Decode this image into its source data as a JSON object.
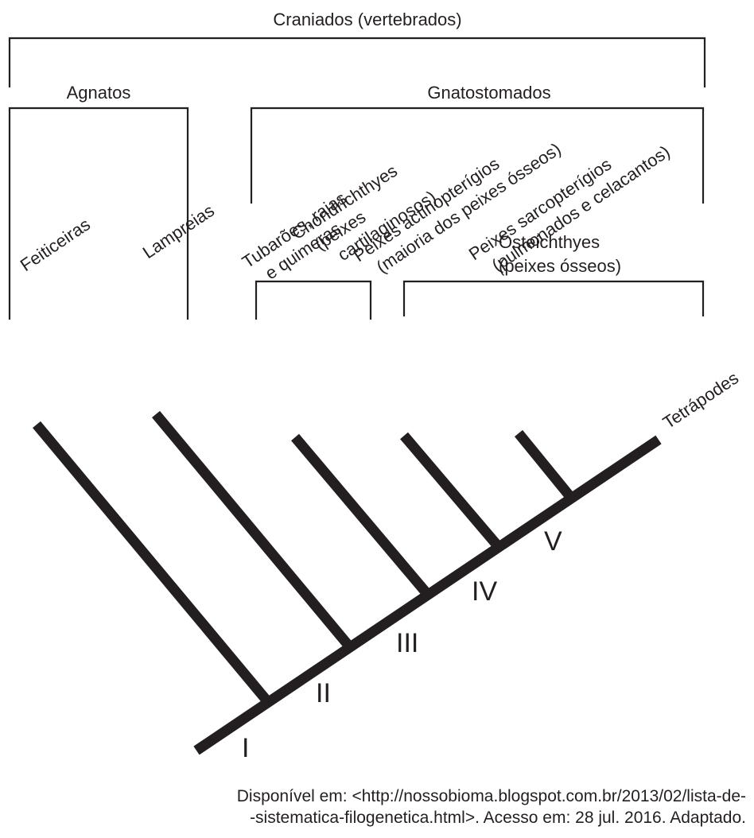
{
  "groups": {
    "craniados": "Craniados (vertebrados)",
    "agnatos": "Agnatos",
    "gnatostomados": "Gnatostomados",
    "chondrichthyes": [
      "Chondrichthyes",
      "(peixes",
      "cartilaginosos)"
    ],
    "osteichthyes": [
      "Osteichthyes",
      "(peixes ósseos)"
    ]
  },
  "taxa": {
    "feiticeiras": "Feiticeiras",
    "lampreias": "Lampreias",
    "tubaroes": [
      "Tubarões, raias",
      "e quimeras"
    ],
    "actinopterigios": [
      "Peixes actinopterígios",
      "(maioria dos peixes ósseos)"
    ],
    "sarcopterigios": [
      "Peixes sarcopterígios",
      "(pulmonados e celacantos)"
    ],
    "tetrapodes": "Tetrápodes"
  },
  "nodes": [
    "I",
    "II",
    "III",
    "IV",
    "V"
  ],
  "source": {
    "line1": "Disponível em: <http://nossobioma.blogspot.com.br/2013/02/lista-de-",
    "line2": "-sistematica-filogenetica.html>. Acesso em: 28 jul. 2016. Adaptado."
  }
}
